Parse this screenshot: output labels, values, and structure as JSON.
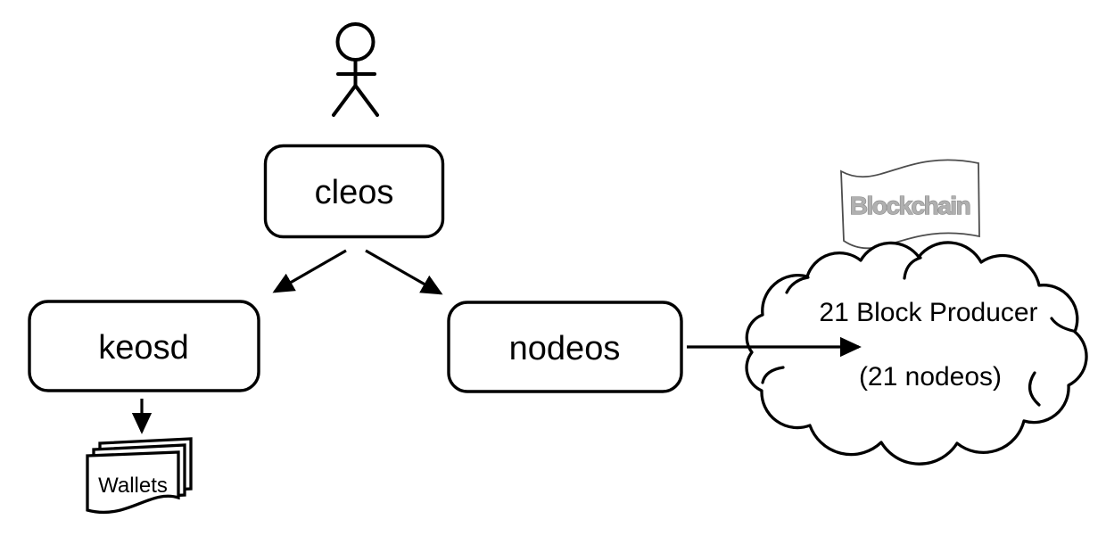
{
  "canvas": {
    "background": "#ffffff",
    "ink_color": "#000000"
  },
  "nodes": {
    "actor": {
      "type": "stick-figure-person"
    },
    "cleos": {
      "label": "cleos"
    },
    "keosd": {
      "label": "keosd"
    },
    "nodeos": {
      "label": "nodeos"
    },
    "wallets": {
      "label": "Wallets",
      "type": "multi-document-stack"
    },
    "cloud": {
      "type": "cloud",
      "line1": "21 Block Producer",
      "line2": "(21 nodeos)"
    },
    "flag": {
      "type": "wavy-flag",
      "label": "Blockchain",
      "text_color": "#b0b0b0",
      "text_outline_color": "#8a8a8a",
      "border_color": "#4d4d4d"
    }
  },
  "edges": [
    {
      "from": "cleos",
      "to": "keosd",
      "style": "solid-arrow"
    },
    {
      "from": "cleos",
      "to": "nodeos",
      "style": "solid-arrow"
    },
    {
      "from": "keosd",
      "to": "wallets",
      "style": "solid-arrow"
    },
    {
      "from": "nodeos",
      "to": "cloud",
      "style": "solid-arrow"
    }
  ]
}
